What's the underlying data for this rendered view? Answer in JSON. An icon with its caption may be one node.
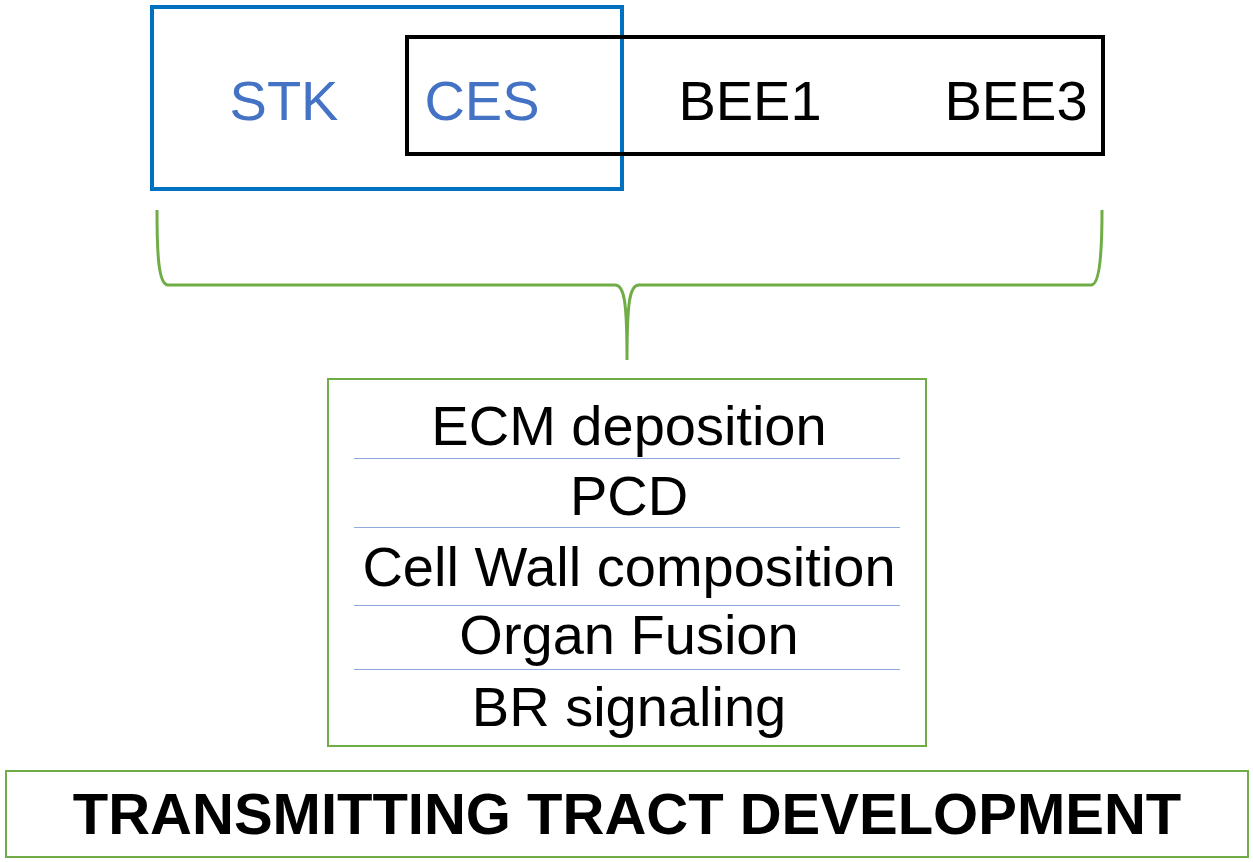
{
  "diagram": {
    "nodes": [
      {
        "text": [
          "STK"
        ]
      },
      {
        "text": [
          "CES",
          "BEE1",
          "BEE3"
        ]
      },
      {
        "text": [
          "ECM deposition",
          "PCD",
          "Cell Wall composition",
          "Organ Fusion",
          "BR signaling"
        ]
      },
      {
        "text": [
          "TRANSMITTING TRACT DEVELOPMENT"
        ]
      }
    ]
  }
}
